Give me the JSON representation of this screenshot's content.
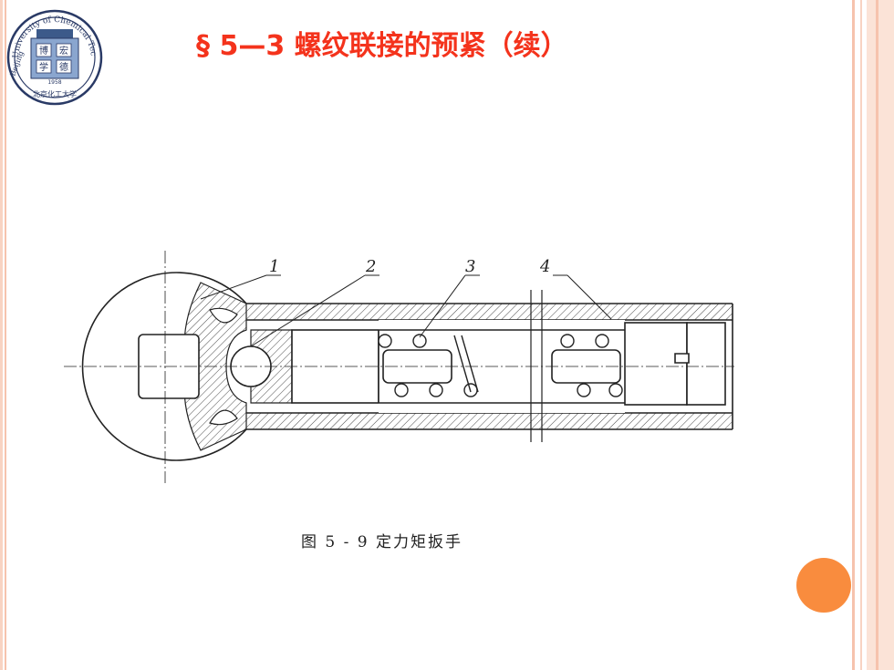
{
  "slide": {
    "title": "§ 5—3  螺纹联接的预紧（续）",
    "caption": "图 5 - 9   定力矩扳手",
    "logo_text_top": "University of Chemical Technology",
    "logo_text_left": "Beijing",
    "logo_chars": [
      "博",
      "学",
      "宏",
      "德"
    ],
    "logo_year": "1958",
    "logo_bottom": "北京化工大学"
  },
  "figure": {
    "part_labels": [
      "1",
      "2",
      "3",
      "4"
    ]
  },
  "colors": {
    "title": "#f4331c",
    "accent_dot": "#f98c3e",
    "border": "#f6c3ad"
  }
}
